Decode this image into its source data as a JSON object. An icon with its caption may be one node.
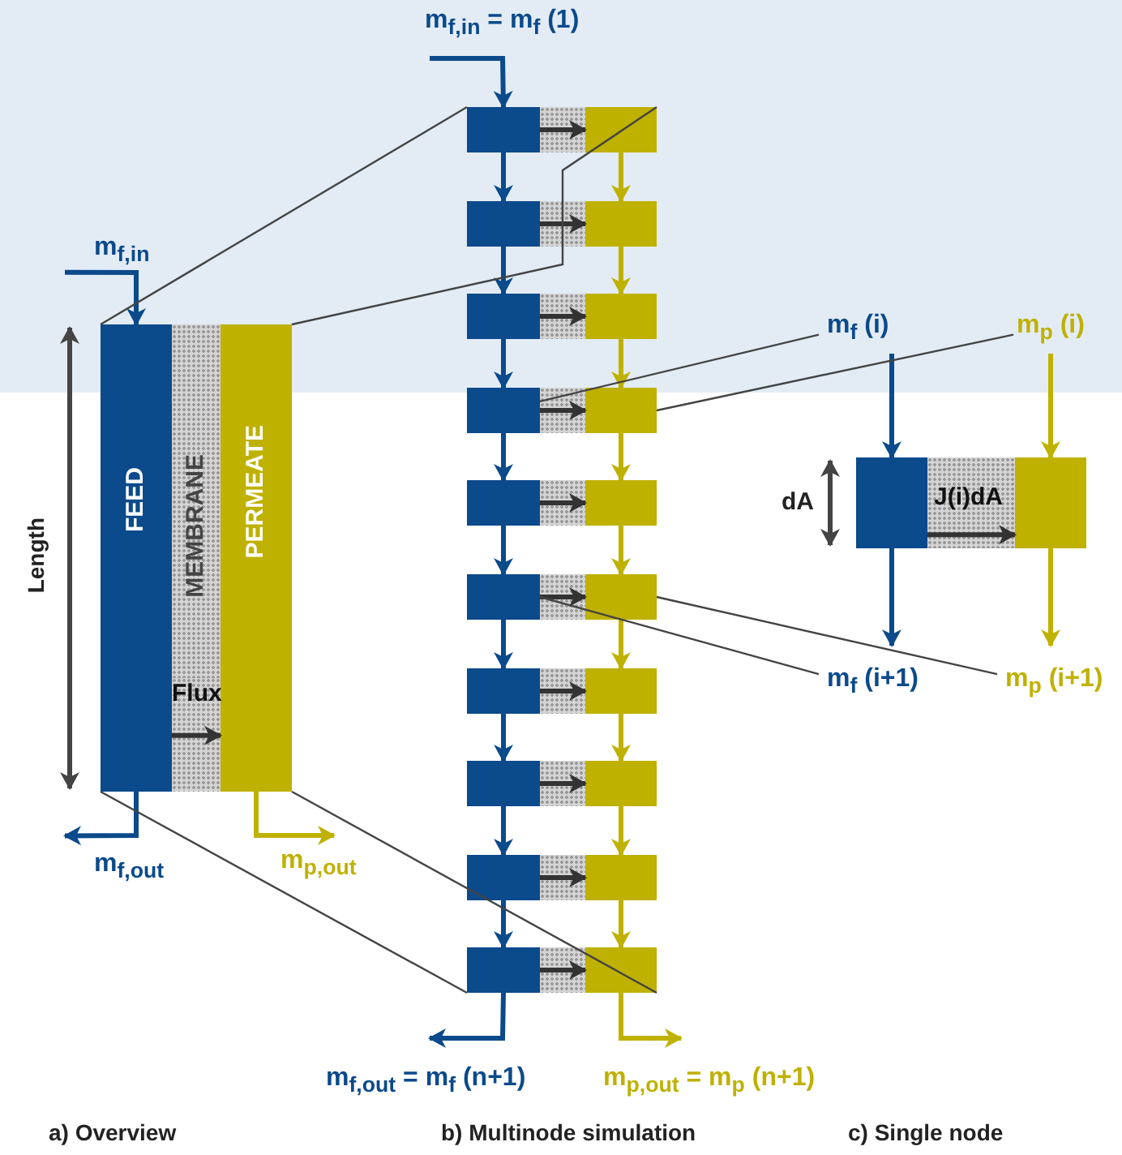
{
  "diagram": {
    "nodes": [
      {
        "text": [
          "FEED"
        ]
      },
      {
        "text": [
          "MEMBRANE"
        ]
      },
      {
        "text": [
          "PERMEATE"
        ]
      },
      {
        "text": [
          "m$_{f,in}$"
        ]
      },
      {
        "text": [
          "m$_{f,out}$"
        ]
      },
      {
        "text": [
          "m$_{p,out}$"
        ]
      },
      {
        "text": [
          "m$_{f,in}$ = m$_{f}$ (1)"
        ]
      },
      {
        "text": [],
        "shape": "box"
      },
      {
        "text": [],
        "shape": "box"
      },
      {
        "text": [],
        "shape": "box"
      },
      {
        "text": [],
        "shape": "box"
      },
      {
        "text": [],
        "shape": "box"
      },
      {
        "text": [],
        "shape": "box"
      },
      {
        "text": [],
        "shape": "box"
      },
      {
        "text": [],
        "shape": "box"
      },
      {
        "text": [],
        "shape": "box"
      },
      {
        "text": [],
        "shape": "box"
      },
      {
        "text": [],
        "shape": "box"
      },
      {
        "text": [],
        "shape": "box"
      },
      {
        "text": [],
        "shape": "box"
      },
      {
        "text": [],
        "shape": "box"
      },
      {
        "text": [],
        "shape": "box"
      },
      {
        "text": [],
        "shape": "box"
      },
      {
        "text": [],
        "shape": "box"
      },
      {
        "text": [],
        "shape": "box"
      },
      {
        "text": [],
        "shape": "box"
      },
      {
        "text": [],
        "shape": "box"
      },
      {
        "text": [
          "m$_{f,out}$ = m$_{f}$ (n+1)"
        ]
      },
      {
        "text": [
          "m$_{p,out}$ = m$_{p}$ (n+1)"
        ]
      },
      {
        "text": [],
        "shape": "box"
      },
      {
        "text": [],
        "shape": "box"
      },
      {
        "text": [
          "m$_{f}$ (i)"
        ]
      },
      {
        "text": [
          "m$_{p}$ (i)"
        ]
      },
      {
        "text": [
          "m$_{f}$ (i+1)"
        ]
      },
      {
        "text": [
          "m$_{p}$ (i+1)"
        ]
      }
    ],
    "edges": [
      {
        "from": 3,
        "to": 0,
        "arrow": "to"
      },
      {
        "from": 0,
        "to": 4,
        "arrow": "to"
      },
      {
        "from": 2,
        "to": 5,
        "arrow": "to",
        "color": "#bfb100"
      },
      {
        "from": 0,
        "to": 2,
        "arrow": "to",
        "label": "Flux",
        "color": "#333333"
      },
      {
        "from": 6,
        "to": 7,
        "arrow": "to"
      },
      {
        "from": 7,
        "to": 9,
        "arrow": "to"
      },
      {
        "from": 9,
        "to": 11,
        "arrow": "to"
      },
      {
        "from": 11,
        "to": 13,
        "arrow": "to"
      },
      {
        "from": 13,
        "to": 15,
        "arrow": "to"
      },
      {
        "from": 15,
        "to": 17,
        "arrow": "to"
      },
      {
        "from": 17,
        "to": 19,
        "arrow": "to"
      },
      {
        "from": 19,
        "to": 21,
        "arrow": "to"
      },
      {
        "from": 21,
        "to": 23,
        "arrow": "to"
      },
      {
        "from": 23,
        "to": 25,
        "arrow": "to"
      },
      {
        "from": 8,
        "to": 10,
        "arrow": "to",
        "color": "#bfb100"
      },
      {
        "from": 10,
        "to": 12,
        "arrow": "to",
        "color": "#bfb100"
      },
      {
        "from": 12,
        "to": 14,
        "arrow": "to",
        "color": "#bfb100"
      },
      {
        "from": 14,
        "to": 16,
        "arrow": "to",
        "color": "#bfb100"
      },
      {
        "from": 16,
        "to": 18,
        "arrow": "to",
        "color": "#bfb100"
      },
      {
        "from": 18,
        "to": 20,
        "arrow": "to",
        "color": "#bfb100"
      },
      {
        "from": 20,
        "to": 22,
        "arrow": "to",
        "color": "#bfb100"
      },
      {
        "from": 22,
        "to": 24,
        "arrow": "to",
        "color": "#bfb100"
      },
      {
        "from": 24,
        "to": 26,
        "arrow": "to",
        "color": "#bfb100"
      },
      {
        "from": 7,
        "to": 8,
        "arrow": "to",
        "color": "#333333"
      },
      {
        "from": 9,
        "to": 10,
        "arrow": "to",
        "color": "#333333"
      },
      {
        "from": 11,
        "to": 12,
        "arrow": "to",
        "color": "#333333"
      },
      {
        "from": 13,
        "to": 14,
        "arrow": "to",
        "color": "#333333"
      },
      {
        "from": 15,
        "to": 16,
        "arrow": "to",
        "color": "#333333"
      },
      {
        "from": 17,
        "to": 18,
        "arrow": "to",
        "color": "#333333"
      },
      {
        "from": 19,
        "to": 20,
        "arrow": "to",
        "color": "#333333"
      },
      {
        "from": 21,
        "to": 22,
        "arrow": "to",
        "color": "#333333"
      },
      {
        "from": 23,
        "to": 24,
        "arrow": "to",
        "color": "#333333"
      },
      {
        "from": 25,
        "to": 26,
        "arrow": "to",
        "color": "#333333"
      },
      {
        "from": 25,
        "to": 27,
        "arrow": "to"
      },
      {
        "from": 26,
        "to": 28,
        "arrow": "to",
        "color": "#bfb100"
      },
      {
        "from": 31,
        "to": 29,
        "arrow": "to"
      },
      {
        "from": 32,
        "to": 30,
        "arrow": "to",
        "color": "#bfb100"
      },
      {
        "from": 29,
        "to": 33,
        "arrow": "to"
      },
      {
        "from": 30,
        "to": 34,
        "arrow": "to",
        "color": "#bfb100"
      },
      {
        "from": 29,
        "to": 30,
        "arrow": "to",
        "label": "J(i)dA",
        "color": "#333333"
      },
      {
        "from": 0,
        "to": 7,
        "arrow": "none",
        "color": "#444444"
      },
      {
        "from": 2,
        "to": 8,
        "arrow": "none",
        "color": "#444444"
      },
      {
        "from": 0,
        "to": 25,
        "arrow": "none",
        "color": "#444444"
      },
      {
        "from": 2,
        "to": 26,
        "arrow": "none",
        "color": "#444444"
      },
      {
        "from": 31,
        "to": 13,
        "arrow": "none",
        "color": "#444444"
      },
      {
        "from": 32,
        "to": 14,
        "arrow": "none",
        "color": "#444444"
      },
      {
        "from": 33,
        "to": 17,
        "arrow": "none",
        "color": "#444444"
      },
      {
        "from": 34,
        "to": 18,
        "arrow": "none",
        "color": "#444444"
      }
    ],
    "labels": [
      "Length",
      "dA",
      "a) Overview",
      "b) Multinode simulation",
      "c) Single node"
    ]
  }
}
